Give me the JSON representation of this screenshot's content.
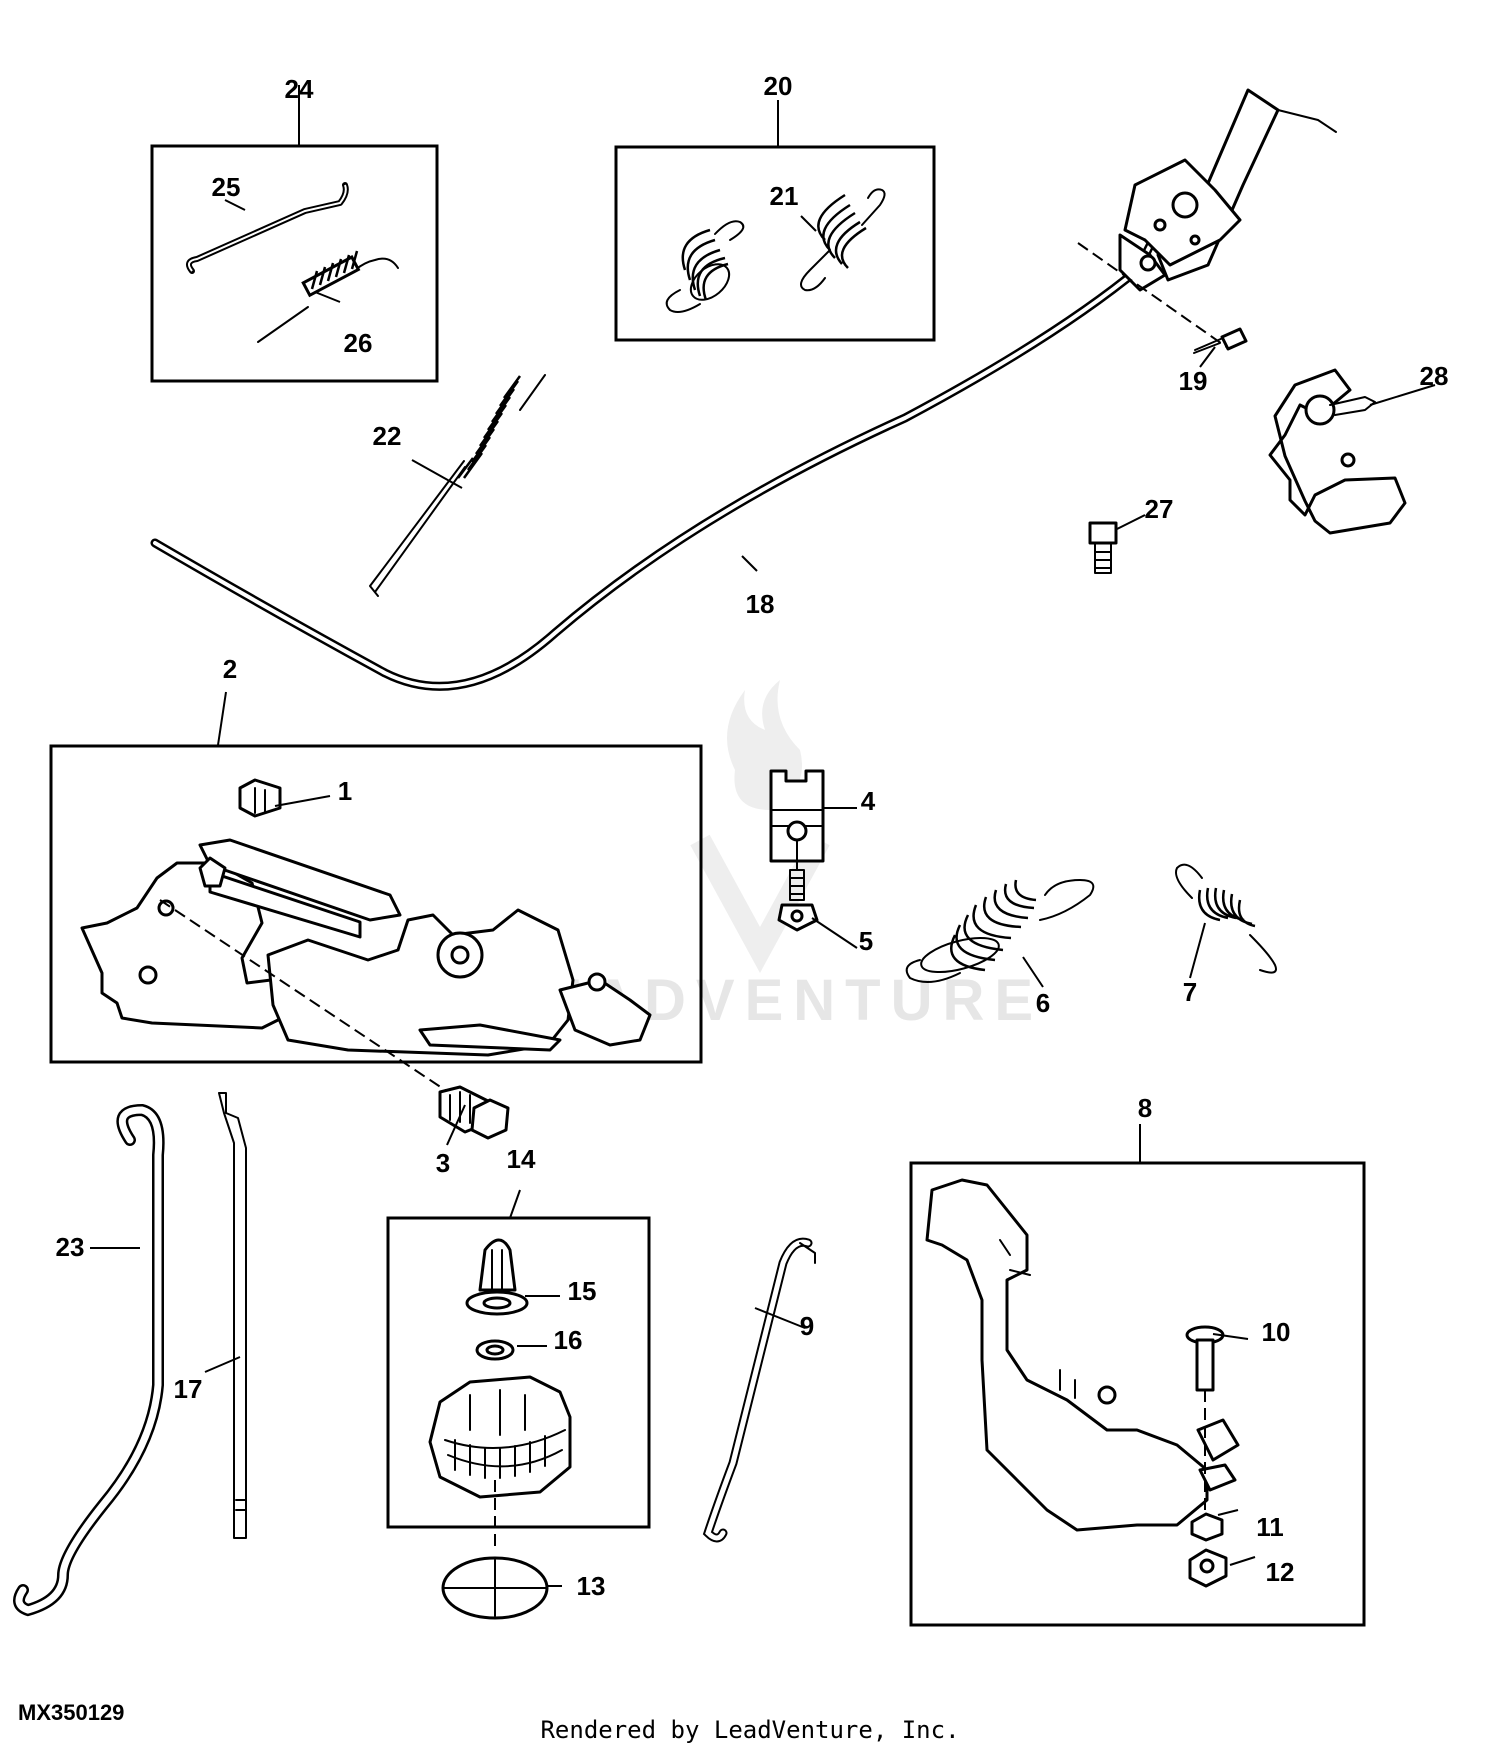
{
  "diagram_id": "MX350129",
  "credit": "Rendered by LeadVenture, Inc.",
  "watermark": "LEADVENTURE",
  "callouts": [
    "1",
    "2",
    "3",
    "4",
    "5",
    "6",
    "7",
    "8",
    "9",
    "10",
    "11",
    "12",
    "13",
    "14",
    "15",
    "16",
    "17",
    "18",
    "19",
    "20",
    "21",
    "22",
    "23",
    "24",
    "25",
    "26",
    "27",
    "28"
  ]
}
